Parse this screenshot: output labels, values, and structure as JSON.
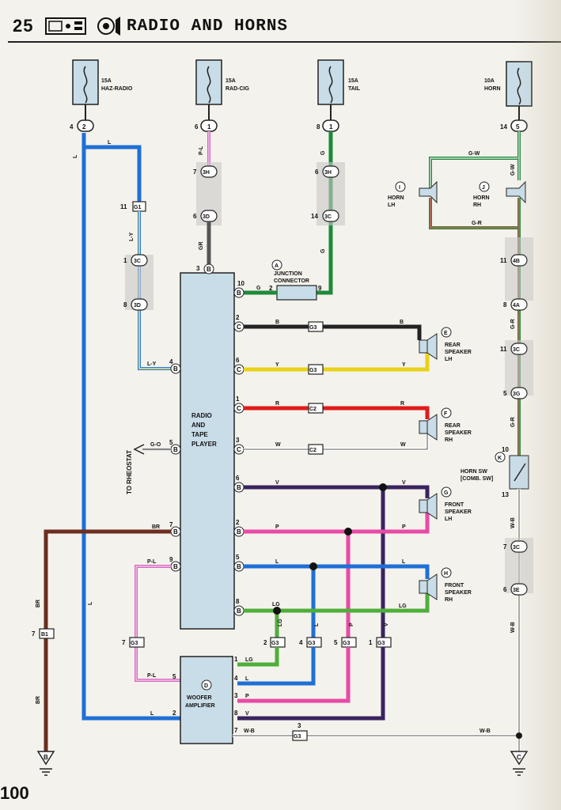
{
  "header": {
    "page_code": "25",
    "title": "RADIO AND HORNS"
  },
  "footer": {
    "page_number": "100"
  },
  "fuses": [
    {
      "amp": "15A",
      "name": "HAZ-RADIO"
    },
    {
      "amp": "15A",
      "name": "RAD-CIG"
    },
    {
      "amp": "15A",
      "name": "TAIL"
    },
    {
      "amp": "10A",
      "name": "HORN"
    }
  ],
  "components": {
    "radio": {
      "l1": "RADIO",
      "l2": "AND",
      "l3": "TAPE",
      "l4": "PLAYER"
    },
    "woofer": {
      "id": "D",
      "l1": "WOOFER",
      "l2": "AMPLIFIER"
    },
    "junction": {
      "id": "A",
      "l1": "JUNCTION",
      "l2": "CONNECTOR"
    },
    "rear_lh": {
      "id": "E",
      "l1": "REAR",
      "l2": "SPEAKER",
      "l3": "LH"
    },
    "rear_rh": {
      "id": "F",
      "l1": "REAR",
      "l2": "SPEAKER",
      "l3": "RH"
    },
    "front_lh": {
      "id": "G",
      "l1": "FRONT",
      "l2": "SPEAKER",
      "l3": "LH"
    },
    "front_rh": {
      "id": "H",
      "l1": "FRONT",
      "l2": "SPEAKER",
      "l3": "RH"
    },
    "horn_lh": {
      "id": "I",
      "l1": "HORN",
      "l2": "LH"
    },
    "horn_rh": {
      "id": "J",
      "l1": "HORN",
      "l2": "RH"
    },
    "horn_sw": {
      "id": "K",
      "l1": "HORN SW",
      "l2": "[COMB. SW]"
    },
    "rheostat": "TO RHEOSTAT",
    "ground_b": "B",
    "ground_c": "C"
  },
  "connectors": {
    "c2a": "2",
    "c1a": "1",
    "c1b": "1",
    "c5": "5",
    "g1": "G1",
    "c3c_a": "3C",
    "c3d": "3D",
    "c3h_a": "3H",
    "c3d_b": "3D",
    "c3h_b": "3H",
    "c3c_b": "3C",
    "c4b": "4B",
    "c4a": "4A",
    "c3c_c": "3C",
    "c3g": "3G",
    "c3c_d": "3C",
    "c3e": "3E",
    "g3_b": "G3",
    "g3_y": "G3",
    "c2_r": "C2",
    "c2_w": "C2",
    "b1": "B1",
    "g3_pl": "G3",
    "g3_lg": "G3",
    "g3_l": "G3",
    "g3_p": "G3",
    "g3_v": "G3",
    "g3_wb": "G3"
  },
  "wires": {
    "L": "L",
    "LY": "L-Y",
    "PL": "P-L",
    "GR": "GR",
    "G": "G",
    "GW": "G-W",
    "GR2": "G-R",
    "B": "B",
    "Y": "Y",
    "R": "R",
    "W": "W",
    "V": "V",
    "P": "P",
    "LG": "LG",
    "BR": "BR",
    "GO": "G-O",
    "WB": "W-B"
  },
  "pins": {
    "p4": "4",
    "p11": "11",
    "p1": "1",
    "p8": "8",
    "p6": "6",
    "p7": "7",
    "p14": "14",
    "p3": "3",
    "p10": "10",
    "p2": "2",
    "p5": "5",
    "p9": "9",
    "p13": "13"
  }
}
